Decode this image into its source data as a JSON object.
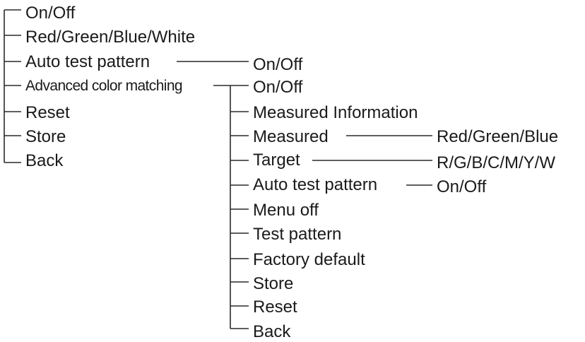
{
  "menu": {
    "items": [
      "On/Off",
      "Red/Green/Blue/White",
      "Auto test pattern",
      "Advanced color matching",
      "Reset",
      "Store",
      "Back"
    ],
    "auto_test_pattern": {
      "option": "On/Off"
    },
    "advanced_color_matching": {
      "option": "On/Off",
      "items": [
        "Measured Information",
        "Measured",
        "Target",
        "Auto test pattern",
        "Menu off",
        "Test pattern",
        "Factory default",
        "Store",
        "Reset",
        "Back"
      ],
      "measured_option": "Red/Green/Blue",
      "target_option": "R/G/B/C/M/Y/W",
      "auto_test_pattern_option": "On/Off"
    }
  }
}
